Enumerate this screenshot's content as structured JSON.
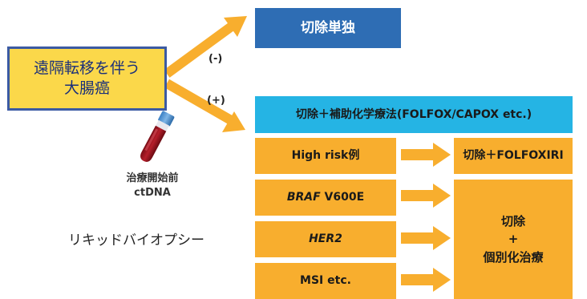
{
  "origin": {
    "line1": "遠隔転移を伴う",
    "line2": "大腸癌"
  },
  "branches": {
    "negative_label": "(-)",
    "positive_label": "(+)"
  },
  "negative_result": "切除単独",
  "positive_header": "切除＋補助化学療法(FOLFOX/CAPOX etc.)",
  "conditions": {
    "high_risk": "High risk例",
    "braf_gene": "BRAF",
    "braf_variant": " V600E",
    "her2": "HER2",
    "msi": "MSI etc."
  },
  "outcomes": {
    "folfoxiri": "切除＋FOLFOXIRI",
    "individual_line1": "切除",
    "individual_line2": "+",
    "individual_line3": "個別化治療"
  },
  "tube_caption": {
    "line1": "治療開始前",
    "line2": "ctDNA"
  },
  "side_label": "リキッドバイオプシー",
  "colors": {
    "origin_fill": "#fbd84a",
    "origin_border": "#3b5aa3",
    "blue_dark": "#2e6db4",
    "blue_light": "#25b4e4",
    "orange": "#f8ae2e"
  },
  "icons": [
    "blood-tube-icon",
    "arrow-icon"
  ]
}
